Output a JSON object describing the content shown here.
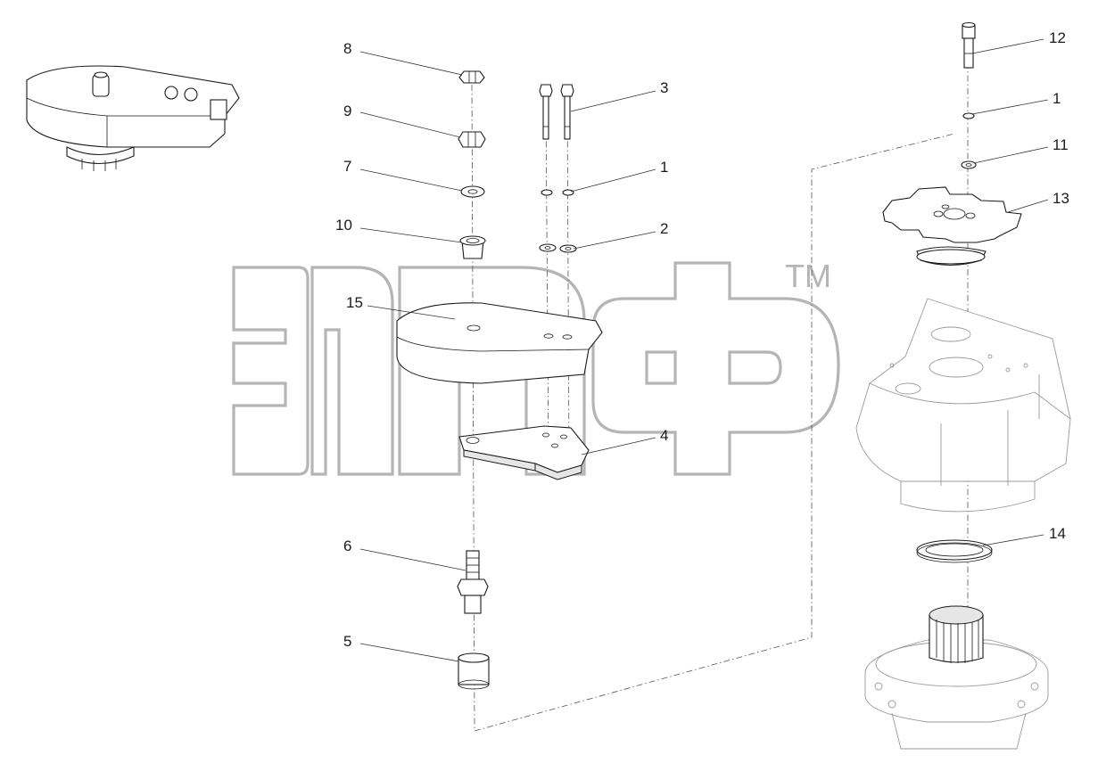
{
  "diagram": {
    "callouts": [
      {
        "id": "c8",
        "text": "8"
      },
      {
        "id": "c9",
        "text": "9"
      },
      {
        "id": "c7",
        "text": "7"
      },
      {
        "id": "c10",
        "text": "10"
      },
      {
        "id": "c15",
        "text": "15"
      },
      {
        "id": "c3",
        "text": "3"
      },
      {
        "id": "c1a",
        "text": "1"
      },
      {
        "id": "c2",
        "text": "2"
      },
      {
        "id": "c4",
        "text": "4"
      },
      {
        "id": "c6",
        "text": "6"
      },
      {
        "id": "c5",
        "text": "5"
      },
      {
        "id": "c12",
        "text": "12"
      },
      {
        "id": "c1b",
        "text": "1"
      },
      {
        "id": "c11",
        "text": "11"
      },
      {
        "id": "c13",
        "text": "13"
      },
      {
        "id": "c14",
        "text": "14"
      }
    ],
    "watermark": {
      "logo_text": "эпф",
      "trademark": "TM"
    }
  }
}
